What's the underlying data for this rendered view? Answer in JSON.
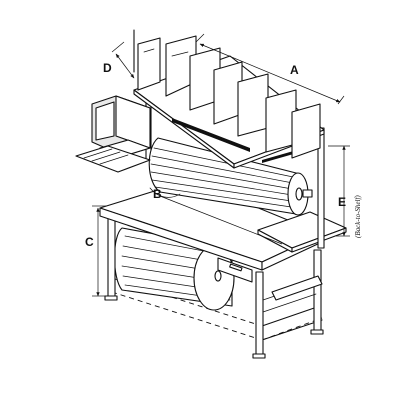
{
  "diagram": {
    "labels": {
      "a": "A",
      "b": "B",
      "c": "C",
      "d": "D",
      "e": "E"
    },
    "side_label": "(Back-to-Shelf)"
  }
}
